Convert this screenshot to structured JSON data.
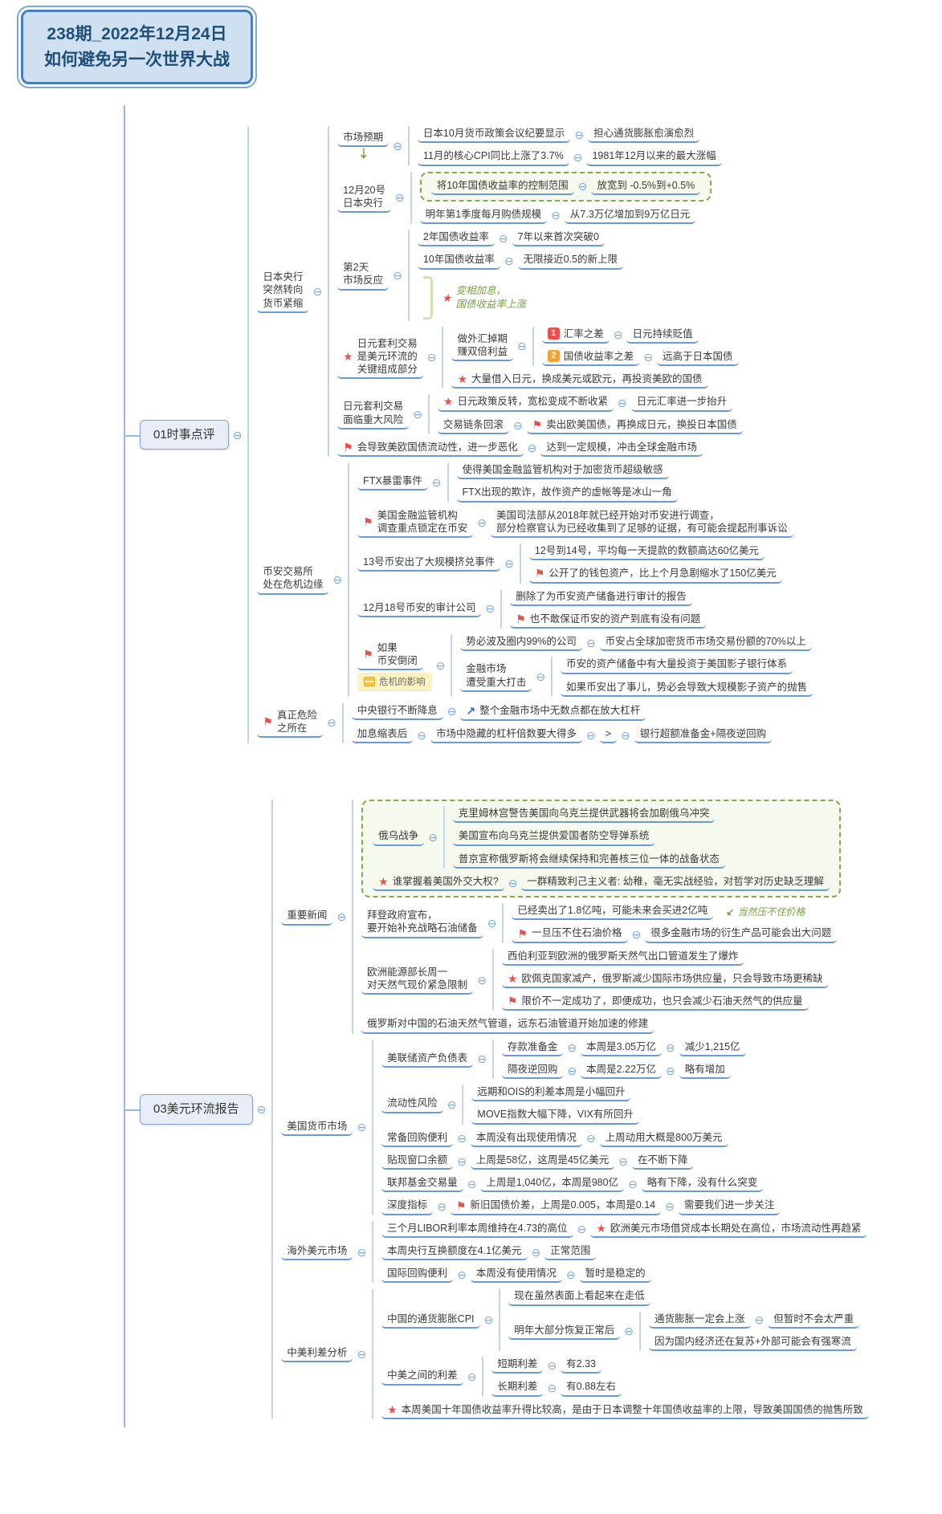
{
  "title": {
    "line1": "238期_2022年12月24日",
    "line2": "如何避免另一次世界大战"
  },
  "icons": {
    "collapse": "⊖",
    "flag": "⚑",
    "star": "★",
    "badge1": "1",
    "badge2": "2",
    "blue_arrow": "↗",
    "green_down_arrow": "⇣",
    "note_arrow": "↙"
  },
  "colors": {
    "underline_blue": "#6d9ad0",
    "branch_blue": "#9ab7e0",
    "red": "#e8514d",
    "orange": "#f2a33a",
    "green_dashed": "#86a84f",
    "green_text": "#76a13f",
    "title_fill": "#cfe0f1",
    "title_border": "#4a7ebb",
    "title_text": "#1f4e79",
    "main_fill": "#e9edf8",
    "main_border": "#8e9fd4",
    "tag_yellow": "#fdf3c0"
  },
  "tree": [
    {
      "t": "01时事点评",
      "style": "mainbox",
      "c": [
        {
          "t": "日本央行\n突然转向\n货币紧缩",
          "c": [
            {
              "t": "市场预期",
              "down": true,
              "c": [
                {
                  "t": "日本10月货币政策会议纪要显示",
                  "c": [
                    {
                      "t": "担心通货膨胀愈演愈烈"
                    }
                  ]
                },
                {
                  "t": "11月的核心CPI同比上涨了3.7%",
                  "c": [
                    {
                      "t": "1981年12月以来的最大涨幅"
                    }
                  ]
                }
              ]
            },
            {
              "t": "12月20号\n日本央行",
              "c": [
                {
                  "group": "greenbox",
                  "c": [
                    {
                      "t": "将10年国债收益率的控制范围",
                      "c": [
                        {
                          "t": "放宽到 -0.5%到+0.5%"
                        }
                      ]
                    }
                  ]
                },
                {
                  "t": "明年第1季度每月购债规模",
                  "c": [
                    {
                      "t": "从7.3万亿增加到9万亿日元"
                    }
                  ]
                }
              ]
            },
            {
              "t": "第2天\n市场反应",
              "c": [
                {
                  "t": "2年国债收益率",
                  "c": [
                    {
                      "t": "7年以来首次突破0"
                    }
                  ]
                },
                {
                  "t": "10年国债收益率",
                  "c": [
                    {
                      "t": "无限接近0.5的新上限"
                    }
                  ]
                },
                {
                  "t": "变相加息，\n国债收益率上涨",
                  "style": "callout",
                  "icon": "star",
                  "bracket": true
                }
              ]
            },
            {
              "t": "日元套利交易\n是美元环流的\n关键组成部分",
              "icon": "star",
              "c": [
                {
                  "t": "做外汇掉期\n赚双倍利益",
                  "c": [
                    {
                      "t": "汇率之差",
                      "icon": "badge1",
                      "c": [
                        {
                          "t": "日元持续贬值"
                        }
                      ]
                    },
                    {
                      "t": "国债收益率之差",
                      "icon": "badge2",
                      "c": [
                        {
                          "t": "远高于日本国债"
                        }
                      ]
                    }
                  ]
                },
                {
                  "t": "大量借入日元，换成美元或欧元，再投资美欧的国债",
                  "icon": "star"
                }
              ]
            },
            {
              "t": "日元套利交易\n面临重大风险",
              "c": [
                {
                  "t": "日元政策反转，宽松变成不断收紧",
                  "icon": "star",
                  "c": [
                    {
                      "t": "日元汇率进一步抬升"
                    }
                  ]
                },
                {
                  "t": "交易链条回滚",
                  "c": [
                    {
                      "t": "卖出欧美国债，再换成日元，换投日本国债",
                      "icon": "flag"
                    }
                  ]
                }
              ]
            },
            {
              "t": "会导致美欧国债流动性，进一步恶化",
              "icon": "flag",
              "c": [
                {
                  "t": "达到一定规模，冲击全球金融市场"
                }
              ]
            }
          ]
        },
        {
          "t": "币安交易所\n处在危机边缘",
          "c": [
            {
              "t": "FTX暴雷事件",
              "c": [
                {
                  "t": "使得美国金融监管机构对于加密货币超级敏感"
                },
                {
                  "t": "FTX出现的欺诈，故作资产的虚帐等是冰山一角"
                }
              ]
            },
            {
              "t": "美国金融监管机构\n调查重点锁定在币安",
              "icon": "flag",
              "c": [
                {
                  "t": "美国司法部从2018年就已经开始对币安进行调查，\n部分检察官认为已经收集到了足够的证据，有可能会提起刑事诉讼"
                }
              ]
            },
            {
              "t": "13号币安出了大规模挤兑事件",
              "c": [
                {
                  "t": "12号到14号，平均每一天提款的数额高达60亿美元"
                },
                {
                  "t": "公开了的钱包资产，比上个月急剧缩水了150亿美元",
                  "icon": "flag"
                }
              ]
            },
            {
              "t": "12月18号币安的审计公司",
              "c": [
                {
                  "t": "删除了为币安资产储备进行审计的报告"
                },
                {
                  "t": "也不敢保证币安的资产到底有没有问题",
                  "icon": "flag"
                }
              ]
            },
            {
              "t": "如果\n币安倒闭",
              "icon": "flag",
              "tag": "危机的影响",
              "c": [
                {
                  "t": "势必波及圈内99%的公司",
                  "c": [
                    {
                      "t": "币安占全球加密货币市场交易份额的70%以上"
                    }
                  ]
                },
                {
                  "t": "金融市场\n遭受重大打击",
                  "c": [
                    {
                      "t": "币安的资产储备中有大量投资于美国影子银行体系"
                    },
                    {
                      "t": "如果币安出了事儿，势必会导致大规模影子资产的抛售"
                    }
                  ]
                }
              ]
            }
          ]
        },
        {
          "t": "真正危险\n之所在",
          "icon": "flag",
          "c": [
            {
              "t": "中央银行不断降息",
              "c": [
                {
                  "t": "整个金融市场中无数点都在放大杠杆",
                  "icon": "blue_arrow"
                }
              ]
            },
            {
              "t": "加息缩表后",
              "c": [
                {
                  "t": "市场中隐藏的杠杆倍数要大得多",
                  "c": [
                    {
                      "t": ">",
                      "c": [
                        {
                          "t": "银行超额准备金+隔夜逆回购"
                        }
                      ]
                    }
                  ]
                }
              ]
            }
          ]
        }
      ]
    },
    {
      "t": "03美元环流报告",
      "style": "mainbox",
      "c": [
        {
          "t": "重要新闻",
          "c": [
            {
              "group": "greenbox",
              "c": [
                {
                  "t": "俄乌战争",
                  "c": [
                    {
                      "t": "克里姆林宫警告美国向乌克兰提供武器将会加剧俄乌冲突"
                    },
                    {
                      "t": "美国宣布向乌克兰提供爱国者防空导弹系统"
                    },
                    {
                      "t": "普京宣称俄罗斯将会继续保持和完善核三位一体的战备状态"
                    }
                  ]
                },
                {
                  "t": "谁掌握着美国外交大权?",
                  "icon": "star",
                  "c": [
                    {
                      "t": "一群精致利己主义者: 幼稚，毫无实战经验，对哲学对历史缺乏理解"
                    }
                  ]
                }
              ]
            },
            {
              "t": "拜登政府宣布，\n要开始补充战略石油储备",
              "c": [
                {
                  "t": "已经卖出了1.8亿吨，可能未来会买进2亿吨",
                  "note": "当然压不住价格"
                },
                {
                  "t": "一旦压不住石油价格",
                  "icon": "flag",
                  "c": [
                    {
                      "t": "很多金融市场的衍生产品可能会出大问题"
                    }
                  ]
                }
              ]
            },
            {
              "t": "欧洲能源部长周一\n对天然气现价紧急限制",
              "c": [
                {
                  "t": "西伯利亚到欧洲的俄罗斯天然气出口管道发生了爆炸"
                },
                {
                  "t": "欧佩克国家减产，俄罗斯减少国际市场供应量，只会导致市场更稀缺",
                  "icon": "star"
                },
                {
                  "t": "限价不一定成功了，即便成功，也只会减少石油天然气的供应量",
                  "icon": "flag"
                }
              ]
            },
            {
              "t": "俄罗斯对中国的石油天然气管道，远东石油管道开始加速的修建"
            }
          ]
        },
        {
          "t": "美国货币市场",
          "c": [
            {
              "t": "美联储资产负债表",
              "c": [
                {
                  "t": "存款准备金",
                  "c": [
                    {
                      "t": "本周是3.05万亿",
                      "c": [
                        {
                          "t": "减少1,215亿"
                        }
                      ]
                    }
                  ]
                },
                {
                  "t": "隔夜逆回购",
                  "c": [
                    {
                      "t": "本周是2.22万亿",
                      "c": [
                        {
                          "t": "略有增加"
                        }
                      ]
                    }
                  ]
                }
              ]
            },
            {
              "t": "流动性风险",
              "c": [
                {
                  "t": "远期和OIS的利差本周是小幅回升"
                },
                {
                  "t": "MOVE指数大幅下降，VIX有所回升"
                }
              ]
            },
            {
              "t": "常备回购便利",
              "c": [
                {
                  "t": "本周没有出现使用情况",
                  "c": [
                    {
                      "t": "上周动用大概是800万美元"
                    }
                  ]
                }
              ]
            },
            {
              "t": "贴现窗口余额",
              "c": [
                {
                  "t": "上周是58亿，这周是45亿美元",
                  "c": [
                    {
                      "t": "在不断下降"
                    }
                  ]
                }
              ]
            },
            {
              "t": "联邦基金交易量",
              "c": [
                {
                  "t": "上周是1,040亿，本周是980亿",
                  "c": [
                    {
                      "t": "略有下降，没有什么突变"
                    }
                  ]
                }
              ]
            },
            {
              "t": "深度指标",
              "c": [
                {
                  "t": "新旧国债价差，上周是0.005，本周是0.14",
                  "icon": "flag",
                  "c": [
                    {
                      "t": "需要我们进一步关注"
                    }
                  ]
                }
              ]
            }
          ]
        },
        {
          "t": "海外美元市场",
          "c": [
            {
              "t": "三个月LIBOR利率本周维持在4.73的高位",
              "c": [
                {
                  "t": "欧洲美元市场借贷成本长期处在高位，市场流动性再趋紧",
                  "icon": "star"
                }
              ]
            },
            {
              "t": "本周央行互换额度在4.1亿美元",
              "c": [
                {
                  "t": "正常范围"
                }
              ]
            },
            {
              "t": "国际回购便利",
              "c": [
                {
                  "t": "本周没有使用情况",
                  "c": [
                    {
                      "t": "暂时是稳定的"
                    }
                  ]
                }
              ]
            }
          ]
        },
        {
          "t": "中美利差分析",
          "c": [
            {
              "t": "中国的通货膨胀CPI",
              "c": [
                {
                  "t": "现在虽然表面上看起来在走低"
                },
                {
                  "t": "明年大部分恢复正常后",
                  "c": [
                    {
                      "t": "通货膨胀一定会上涨",
                      "c": [
                        {
                          "t": "但暂时不会太严重"
                        }
                      ]
                    },
                    {
                      "t": "因为国内经济还在复苏+外部可能会有强寒流"
                    }
                  ]
                }
              ]
            },
            {
              "t": "中美之间的利差",
              "c": [
                {
                  "t": "短期利差",
                  "c": [
                    {
                      "t": "有2.33"
                    }
                  ]
                },
                {
                  "t": "长期利差",
                  "c": [
                    {
                      "t": "有0.88左右"
                    }
                  ]
                }
              ]
            },
            {
              "t": "本周美国十年国债收益率升得比较高，是由于日本调整十年国债收益率的上限，导致美国国债的抛售所致",
              "icon": "star"
            }
          ]
        }
      ]
    }
  ]
}
